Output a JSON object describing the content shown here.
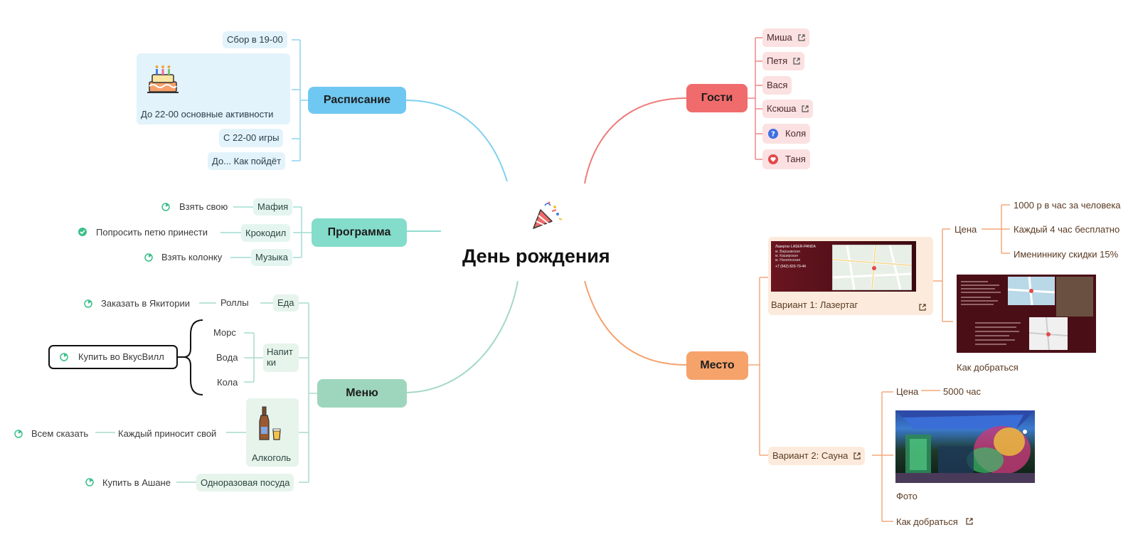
{
  "title": "День рождения",
  "schedule": {
    "label": "Расписание",
    "items": [
      "Сбор в 19-00",
      "До 22-00 основные активности",
      "С 22-00 игры",
      "До... Как пойдёт"
    ]
  },
  "program": {
    "label": "Программа",
    "items": [
      {
        "name": "Мафия",
        "task": "Взять свою",
        "status": "in-progress"
      },
      {
        "name": "Крокодил",
        "task": "Попросить петю принести",
        "status": "done"
      },
      {
        "name": "Музыка",
        "task": "Взять колонку",
        "status": "in-progress"
      }
    ]
  },
  "menu": {
    "label": "Меню",
    "food": {
      "label": "Еда",
      "child": "Роллы",
      "task": "Заказать в Якитории"
    },
    "drinks": {
      "label": "Напит ки",
      "items": [
        "Морс",
        "Вода",
        "Кола"
      ],
      "summary": "Купить во ВкусВилл"
    },
    "alcohol": {
      "label": "Алкоголь",
      "child": "Каждый приносит свой",
      "task": "Всем сказать"
    },
    "dishes": {
      "label": "Одноразовая посуда",
      "task": "Купить в Ашане"
    }
  },
  "guests": {
    "label": "Гости",
    "items": [
      {
        "name": "Миша",
        "link": true
      },
      {
        "name": "Петя",
        "link": true
      },
      {
        "name": "Вася",
        "link": false
      },
      {
        "name": "Ксюша",
        "link": true
      },
      {
        "name": "Коля",
        "marker": "question"
      },
      {
        "name": "Таня",
        "marker": "heart"
      }
    ]
  },
  "place": {
    "label": "Место",
    "variant1": {
      "label": "Вариант 1: Лазертаг",
      "price_label": "Цена",
      "prices": [
        "1000 р в час за человека",
        "Каждый 4 час бесплатно",
        "Имениннику скидки 15%"
      ],
      "directions": "Как добраться",
      "card_text": [
        "Лазертаг LASER-PANDA",
        "м. Варшавская",
        "м. Каширская",
        "м. Нагатинская",
        "+7 (942) 820-79-44"
      ]
    },
    "variant2": {
      "label": "Вариант 2: Сауна",
      "price_label": "Цена",
      "price": "5000 час",
      "photo": "Фото",
      "directions": "Как добраться"
    }
  },
  "colors": {
    "schedule": "#6ccbf0",
    "program": "#7fdcc9",
    "menu": "#9ed6be",
    "guests": "#f26d6d",
    "place": "#f5a36c",
    "progress": "#3bbf8a"
  }
}
